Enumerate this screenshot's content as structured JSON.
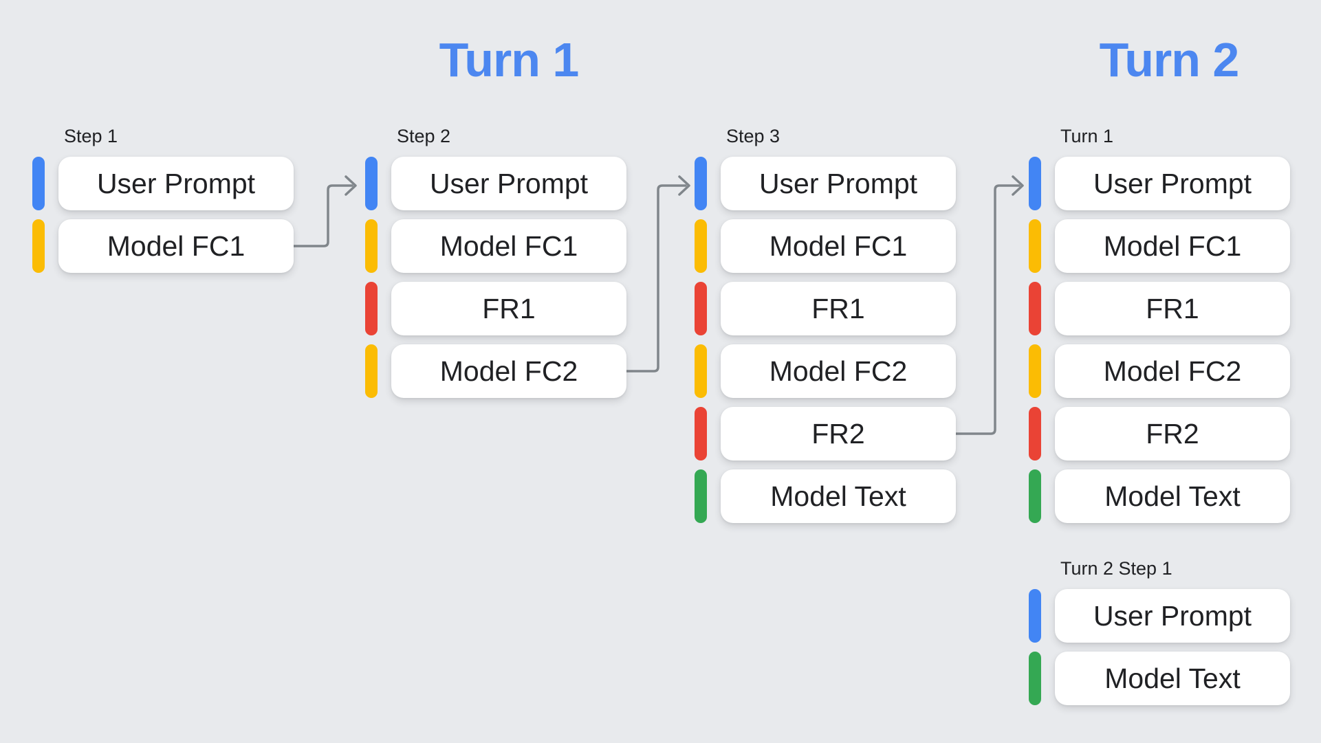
{
  "palette": {
    "background": "#E8EAED",
    "title_blue": "#4C87F0",
    "bar_blue": "#4285F4",
    "bar_yellow": "#FBBC04",
    "bar_red": "#EA4335",
    "bar_green": "#34A853",
    "arrow_gray": "#80868B",
    "box_bg": "#FFFFFF",
    "text_dark": "#202124"
  },
  "titles": {
    "turn1": "Turn 1",
    "turn2": "Turn 2"
  },
  "groups": [
    {
      "label": "Step 1",
      "rows": [
        {
          "kind": "user-prompt",
          "label": "User Prompt"
        },
        {
          "kind": "model-function-call",
          "label": "Model FC1"
        }
      ]
    },
    {
      "label": "Step 2",
      "rows": [
        {
          "kind": "user-prompt",
          "label": "User Prompt"
        },
        {
          "kind": "model-function-call",
          "label": "Model FC1"
        },
        {
          "kind": "function-response",
          "label": "FR1"
        },
        {
          "kind": "model-function-call",
          "label": "Model FC2"
        }
      ]
    },
    {
      "label": "Step 3",
      "rows": [
        {
          "kind": "user-prompt",
          "label": "User Prompt"
        },
        {
          "kind": "model-function-call",
          "label": "Model FC1"
        },
        {
          "kind": "function-response",
          "label": "FR1"
        },
        {
          "kind": "model-function-call",
          "label": "Model FC2"
        },
        {
          "kind": "function-response",
          "label": "FR2"
        },
        {
          "kind": "model-text",
          "label": "Model Text"
        }
      ]
    },
    {
      "label": "Turn 1",
      "rows": [
        {
          "kind": "user-prompt",
          "label": "User Prompt"
        },
        {
          "kind": "model-function-call",
          "label": "Model FC1"
        },
        {
          "kind": "function-response",
          "label": "FR1"
        },
        {
          "kind": "model-function-call",
          "label": "Model FC2"
        },
        {
          "kind": "function-response",
          "label": "FR2"
        },
        {
          "kind": "model-text",
          "label": "Model Text"
        }
      ]
    },
    {
      "label": "Turn 2 Step 1",
      "rows": [
        {
          "kind": "user-prompt",
          "label": "User Prompt"
        },
        {
          "kind": "model-text",
          "label": "Model Text"
        }
      ]
    }
  ],
  "arrows": [
    {
      "from": "Step 1 / Model FC1",
      "to": "Step 2 / User Prompt"
    },
    {
      "from": "Step 2 / Model FC2",
      "to": "Step 3 / User Prompt"
    },
    {
      "from": "Step 3 / FR2",
      "to": "Turn 1 / User Prompt"
    }
  ]
}
